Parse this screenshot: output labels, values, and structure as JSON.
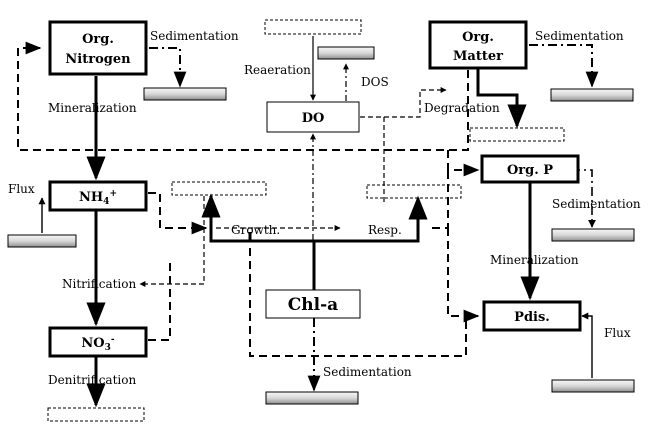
{
  "boxes": {
    "org_nitrogen": [
      "Org.",
      "Nitrogen"
    ],
    "org_matter": [
      "Org.",
      "Matter"
    ],
    "do": "DO",
    "nh4": "NH4+",
    "org_p": "Org. P",
    "chl_a": "Chl-a",
    "no3": "NO3-",
    "pdis": "Pdis."
  },
  "labels": {
    "sed_orgn": "Sedimentation",
    "sed_orgm": "Sedimentation",
    "sed_orgp": "Sedimentation",
    "sed_chla": "Sedimentation",
    "reaeration": "Reaeration",
    "dos": "DOS",
    "degradation": "Degradation",
    "mineralization_n": "Mineralization",
    "mineralization_p": "Mineralization",
    "flux_nh4": "Flux",
    "flux_pdis": "Flux",
    "growth": "Growth.",
    "resp": "Resp.",
    "nitrification": "Nitrification",
    "denitrification": "Denitrification"
  },
  "colors": {
    "line": "#000000",
    "sink_fill_light": "#f4f4f4",
    "sink_fill_dark": "#8a8a8a",
    "box_fill": "#ffffff"
  }
}
